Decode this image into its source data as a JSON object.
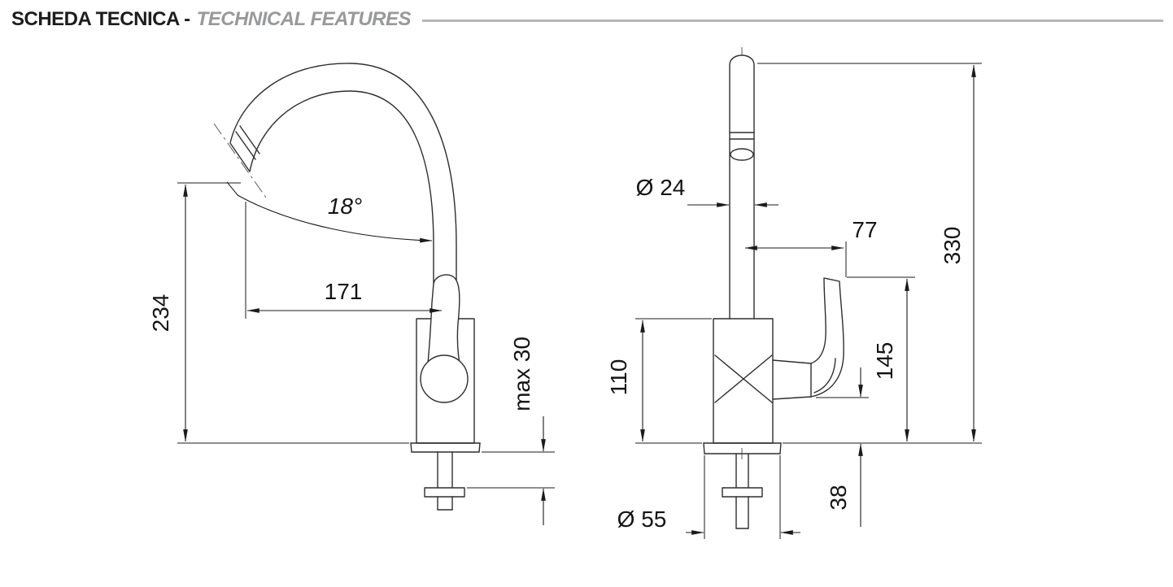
{
  "header": {
    "title_primary": "SCHEDA TECNICA -",
    "title_secondary": "TECHNICAL FEATURES"
  },
  "side_view": {
    "height_234": "234",
    "reach_171": "171",
    "angle_18": "18°",
    "max_30": "max 30"
  },
  "front_view": {
    "dia_24": "Ø 24",
    "width_77": "77",
    "height_330": "330",
    "height_110": "110",
    "height_145": "145",
    "depth_38": "38",
    "dia_55": "Ø 55"
  }
}
